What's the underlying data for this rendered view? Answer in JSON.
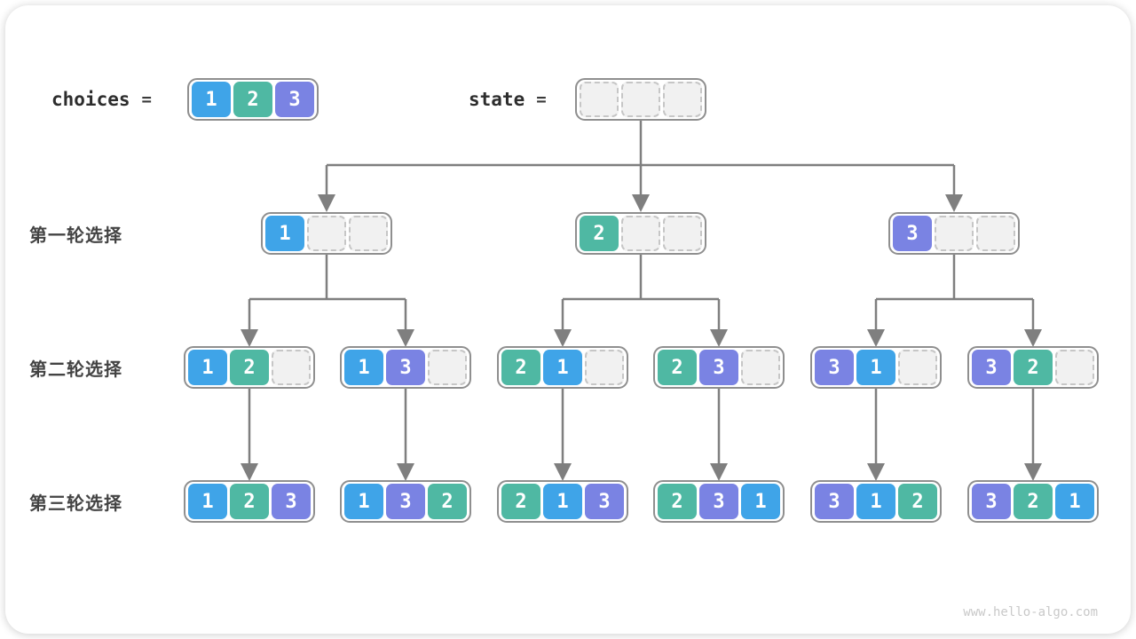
{
  "header": {
    "choices_label": "choices",
    "state_label": "state",
    "equals": "=",
    "choices_values": [
      1,
      2,
      3
    ],
    "state_cells": [
      null,
      null,
      null
    ]
  },
  "row_labels": [
    "第一轮选择",
    "第二轮选择",
    "第三轮选择"
  ],
  "tree": {
    "level1": [
      [
        1,
        null,
        null
      ],
      [
        2,
        null,
        null
      ],
      [
        3,
        null,
        null
      ]
    ],
    "level2": [
      [
        1,
        2,
        null
      ],
      [
        1,
        3,
        null
      ],
      [
        2,
        1,
        null
      ],
      [
        2,
        3,
        null
      ],
      [
        3,
        1,
        null
      ],
      [
        3,
        2,
        null
      ]
    ],
    "level3": [
      [
        1,
        2,
        3
      ],
      [
        1,
        3,
        2
      ],
      [
        2,
        1,
        3
      ],
      [
        2,
        3,
        1
      ],
      [
        3,
        1,
        2
      ],
      [
        3,
        2,
        1
      ]
    ]
  },
  "colors": {
    "c1": "#3FA4E8",
    "c2": "#4FB8A3",
    "c3": "#7A83E3",
    "empty_bg": "#F1F1F1",
    "empty_border": "#C6C6C6",
    "node_border": "#8F8F8F",
    "arrow": "#7F7F7F"
  },
  "watermark": "www.hello-algo.com"
}
